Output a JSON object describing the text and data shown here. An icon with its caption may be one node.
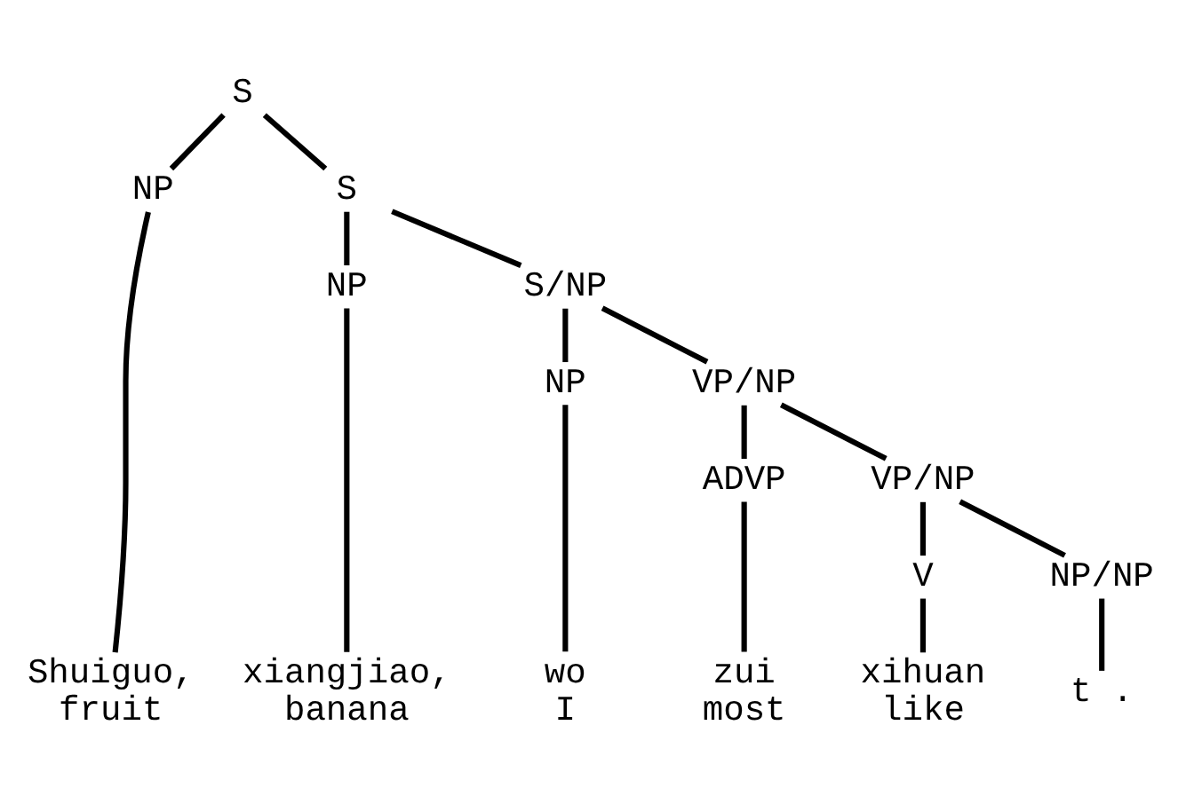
{
  "diagram": {
    "nodes": [
      {
        "text": [
          "S"
        ]
      },
      {
        "text": [
          "NP"
        ]
      },
      {
        "text": [
          "S"
        ]
      },
      {
        "text": [
          "NP"
        ]
      },
      {
        "text": [
          "S/NP"
        ]
      },
      {
        "text": [
          "NP"
        ]
      },
      {
        "text": [
          "VP/NP"
        ]
      },
      {
        "text": [
          "ADVP"
        ]
      },
      {
        "text": [
          "VP/NP"
        ]
      },
      {
        "text": [
          "V"
        ]
      },
      {
        "text": [
          "NP/NP"
        ]
      },
      {
        "text": [
          "Shuiguo,",
          "fruit"
        ]
      },
      {
        "text": [
          "xiangjiao,",
          "banana"
        ]
      },
      {
        "text": [
          "wo",
          "I"
        ]
      },
      {
        "text": [
          "zui",
          "most"
        ]
      },
      {
        "text": [
          "xihuan",
          "like"
        ]
      },
      {
        "text": [
          "t ."
        ]
      }
    ],
    "edges": [
      {
        "from": 0,
        "to": 1,
        "arrow": "none"
      },
      {
        "from": 0,
        "to": 2,
        "arrow": "none"
      },
      {
        "from": 2,
        "to": 3,
        "arrow": "none"
      },
      {
        "from": 2,
        "to": 4,
        "arrow": "none"
      },
      {
        "from": 4,
        "to": 5,
        "arrow": "none"
      },
      {
        "from": 4,
        "to": 6,
        "arrow": "none"
      },
      {
        "from": 6,
        "to": 7,
        "arrow": "none"
      },
      {
        "from": 6,
        "to": 8,
        "arrow": "none"
      },
      {
        "from": 8,
        "to": 9,
        "arrow": "none"
      },
      {
        "from": 8,
        "to": 10,
        "arrow": "none"
      },
      {
        "from": 1,
        "to": 11,
        "arrow": "none"
      },
      {
        "from": 3,
        "to": 12,
        "arrow": "none"
      },
      {
        "from": 5,
        "to": 13,
        "arrow": "none"
      },
      {
        "from": 7,
        "to": 14,
        "arrow": "none"
      },
      {
        "from": 9,
        "to": 15,
        "arrow": "none"
      },
      {
        "from": 10,
        "to": 16,
        "arrow": "none"
      }
    ]
  }
}
